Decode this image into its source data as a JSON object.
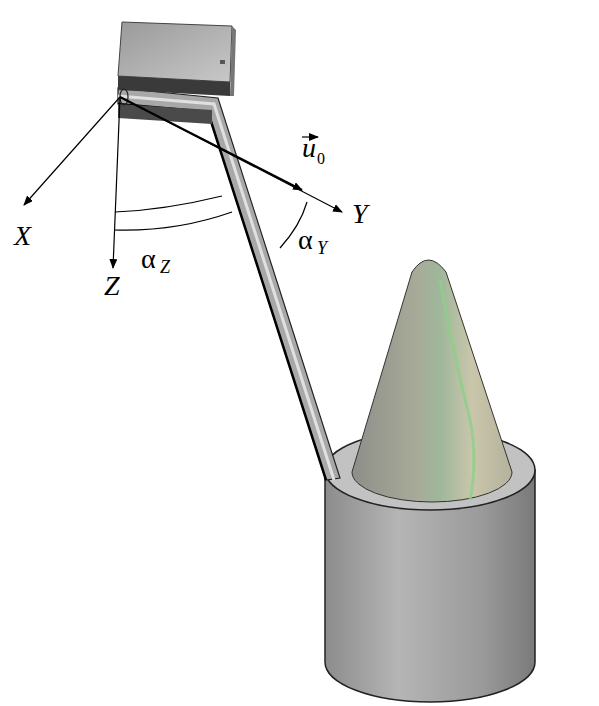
{
  "diagram": {
    "labels": [
      "X",
      "Y",
      "Z",
      "α",
      "Z",
      "α",
      "Y",
      "u",
      "0"
    ]
  }
}
